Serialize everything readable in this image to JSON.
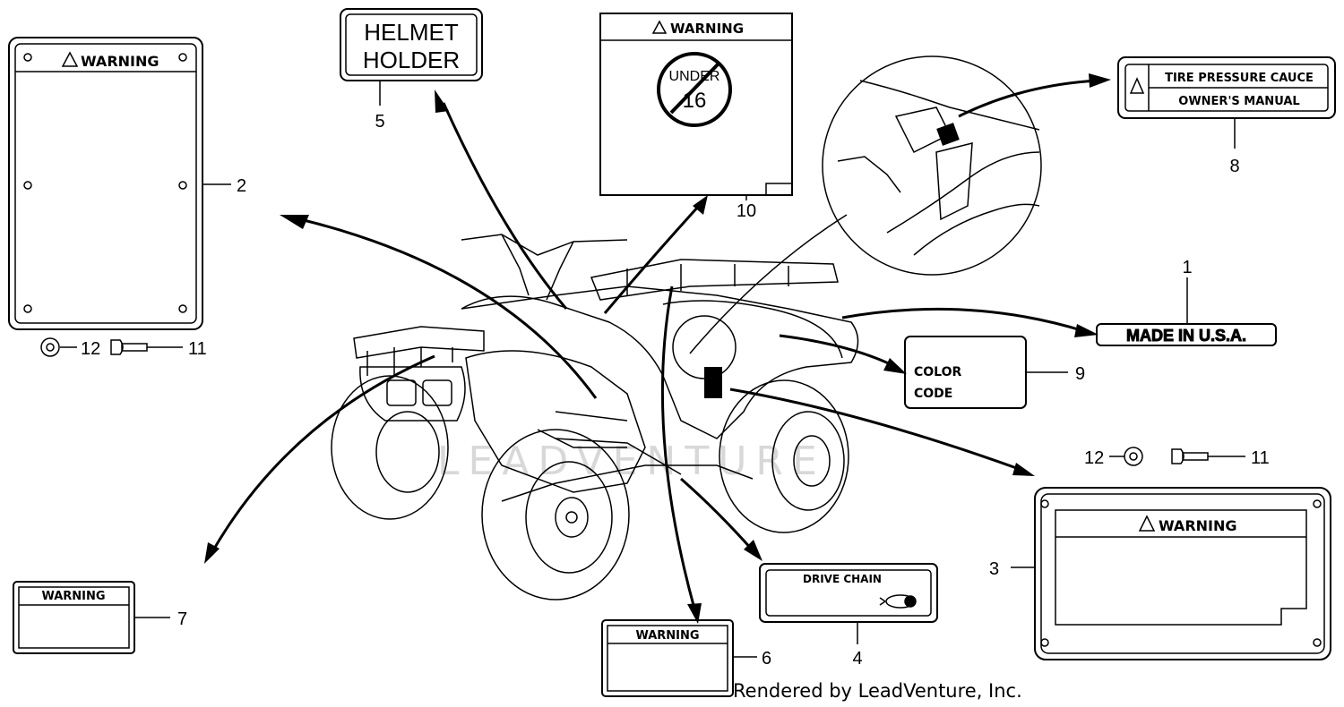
{
  "labels": {
    "warning_2": "WARNING",
    "helmet_holder_line1": "HELMET",
    "helmet_holder_line2": "HOLDER",
    "warning_10": "WARNING",
    "under16_line1": "UNDER",
    "under16_line2": "16",
    "tire_pressure": "TIRE PRESSURE CAUCE",
    "owners_manual": "OWNER'S MANUAL",
    "made_in_usa": "MADE IN U.S.A.",
    "color_code_line1": "COLOR",
    "color_code_line2": "CODE",
    "warning_3": "WARNING",
    "drive_chain": "DRIVE CHAIN",
    "warning_6": "WARNING",
    "warning_7": "WARNING"
  },
  "callouts": {
    "n1": "1",
    "n2": "2",
    "n3": "3",
    "n4": "4",
    "n5": "5",
    "n6": "6",
    "n7": "7",
    "n8": "8",
    "n9": "9",
    "n10": "10",
    "n11_left": "11",
    "n12_left": "12",
    "n11_right": "11",
    "n12_right": "12"
  },
  "watermark": "LEADVENTURE",
  "footer": "Rendered by LeadVenture, Inc."
}
